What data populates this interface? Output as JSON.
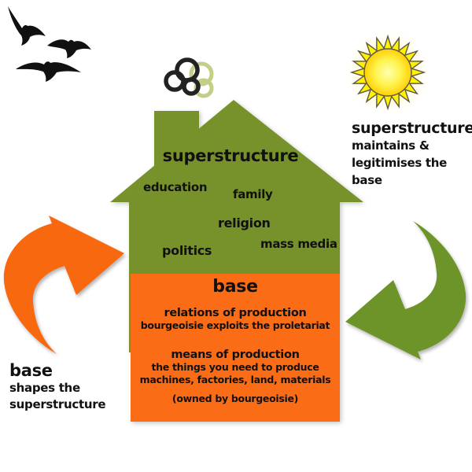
{
  "colors": {
    "house_green": "#77922a",
    "base_orange": "#fa6c15",
    "arrow_orange": "#f8690f",
    "arrow_green": "#6d9428",
    "smoke_dark": "#222222",
    "smoke_green": "#c2cf86",
    "bird_black": "#111111",
    "sun_ray_yellow": "#fff200"
  },
  "house": {
    "roof_title": "superstructure",
    "labels": [
      "education",
      "family",
      "religion",
      "politics",
      "mass media"
    ]
  },
  "base_panel": {
    "title": "base",
    "sections": [
      {
        "heading": "relations of production",
        "lines": [
          "bourgeoisie exploits the proletariat"
        ]
      },
      {
        "heading": "means of production",
        "lines": [
          "the things you need to produce",
          "machines, factories, land, materials",
          "(owned by bourgeoisie)"
        ]
      }
    ]
  },
  "caption_right": {
    "title": "superstructure",
    "lines": [
      "maintains &",
      "legitimises the",
      "base"
    ]
  },
  "caption_left": {
    "title": "base",
    "lines": [
      "shapes the",
      "superstructure"
    ]
  }
}
